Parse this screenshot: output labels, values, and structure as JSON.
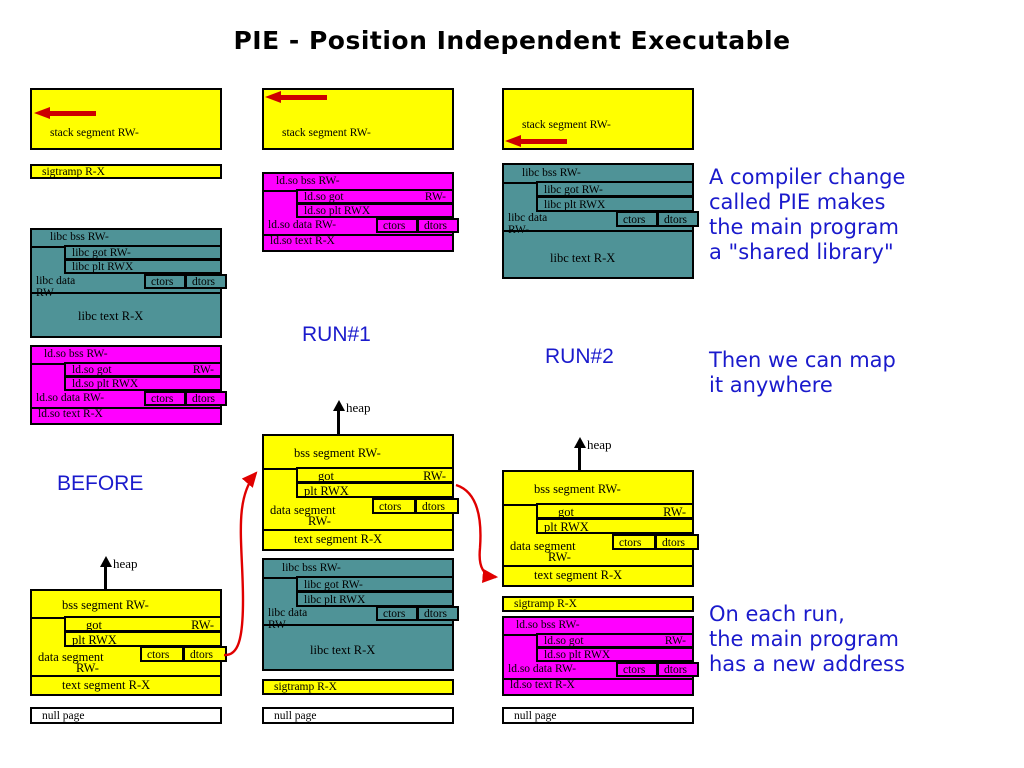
{
  "title": "PIE  -  Position Independent Executable",
  "colors": {
    "yellow": "#ffff00",
    "teal": "#4f9397",
    "magenta": "#ff00ff",
    "white": "#ffffff",
    "blue_text": "#1a1aCC",
    "red_arrow": "#cc0000",
    "outline": "#000000"
  },
  "labels": {
    "stack_segment": "stack segment RW-",
    "sigtramp": "sigtramp R-X",
    "null_page": "null page",
    "heap": "heap",
    "libc_bss": "libc bss RW-",
    "libc_got": "libc got   RW-",
    "libc_plt": "libc plt   RWX",
    "libc_data": "libc data",
    "libc_data_perm": "RW-",
    "libc_text": "libc text R-X",
    "ldso_bss": "ld.so bss RW-",
    "ldso_got": "ld.so got",
    "ldso_got_perm": "RW-",
    "ldso_plt": "ld.so plt   RWX",
    "ldso_data": "ld.so data RW-",
    "ldso_text": "ld.so text  R-X",
    "bss_segment": "bss segment RW-",
    "got": "got",
    "got_perm": "RW-",
    "plt": "plt   RWX",
    "data_segment": "data segment",
    "data_segment_perm": "RW-",
    "text_segment": "text segment R-X",
    "ctors": "ctors",
    "dtors": "dtors"
  },
  "columns": {
    "before": {
      "caption": "BEFORE"
    },
    "run1": {
      "caption": "RUN#1"
    },
    "run2": {
      "caption": "RUN#2"
    }
  },
  "notes": {
    "note1": "A compiler change\ncalled PIE makes\nthe main program\na \"shared library\"",
    "note2": "Then we can map\nit anywhere",
    "note3": "On each run,\nthe main program\nhas a new address"
  },
  "icons": {
    "heap_arrow": "up-arrow-icon",
    "stack_arrow": "left-arrow-icon",
    "mapping_arrow": "curved-arrow-icon"
  }
}
